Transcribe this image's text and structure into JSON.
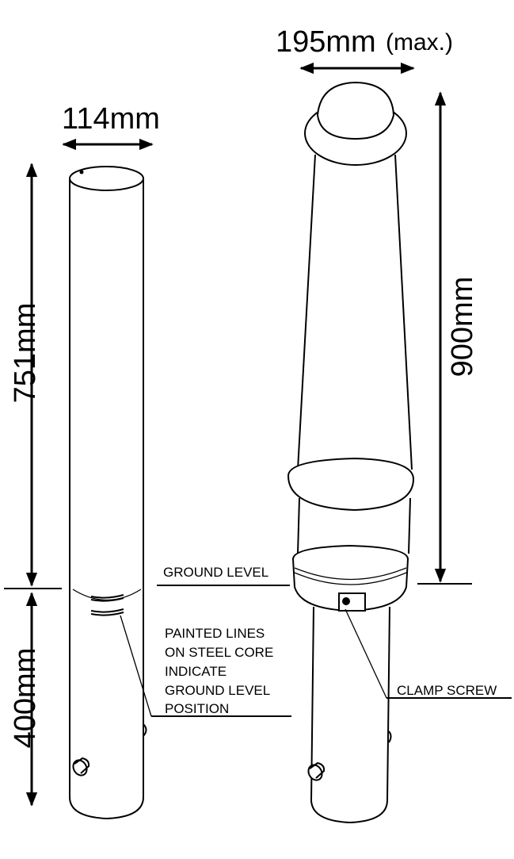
{
  "dimensions": {
    "core_diameter": "114mm",
    "core_above_ground": "751mm",
    "core_below_ground": "400mm",
    "bollard_diameter": "195mm",
    "bollard_diameter_note": "(max.)",
    "bollard_height": "900mm"
  },
  "labels": {
    "ground_level": "GROUND LEVEL",
    "painted_lines": [
      "PAINTED LINES",
      "ON STEEL CORE",
      "INDICATE",
      "GROUND LEVEL",
      "POSITION"
    ],
    "clamp_screw": "CLAMP SCREW"
  }
}
